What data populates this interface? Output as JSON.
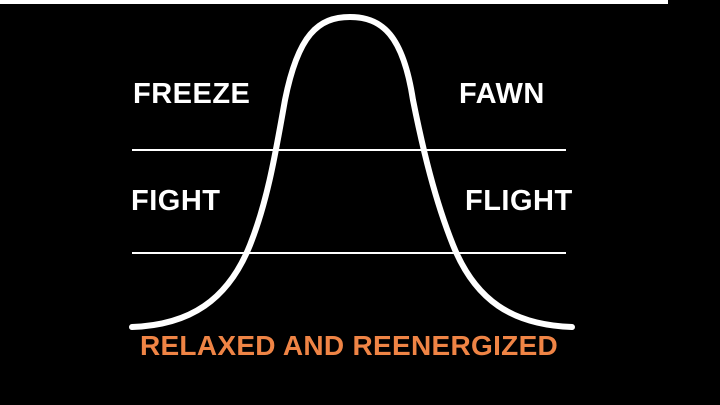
{
  "labels": {
    "freeze": "FREEZE",
    "fawn": "FAWN",
    "fight": "FIGHT",
    "flight": "FLIGHT",
    "baseline": "RELAXED AND REENERGIZED"
  },
  "colors": {
    "background": "#000000",
    "line": "#ffffff",
    "text": "#ffffff",
    "accent": "#ef8445"
  }
}
